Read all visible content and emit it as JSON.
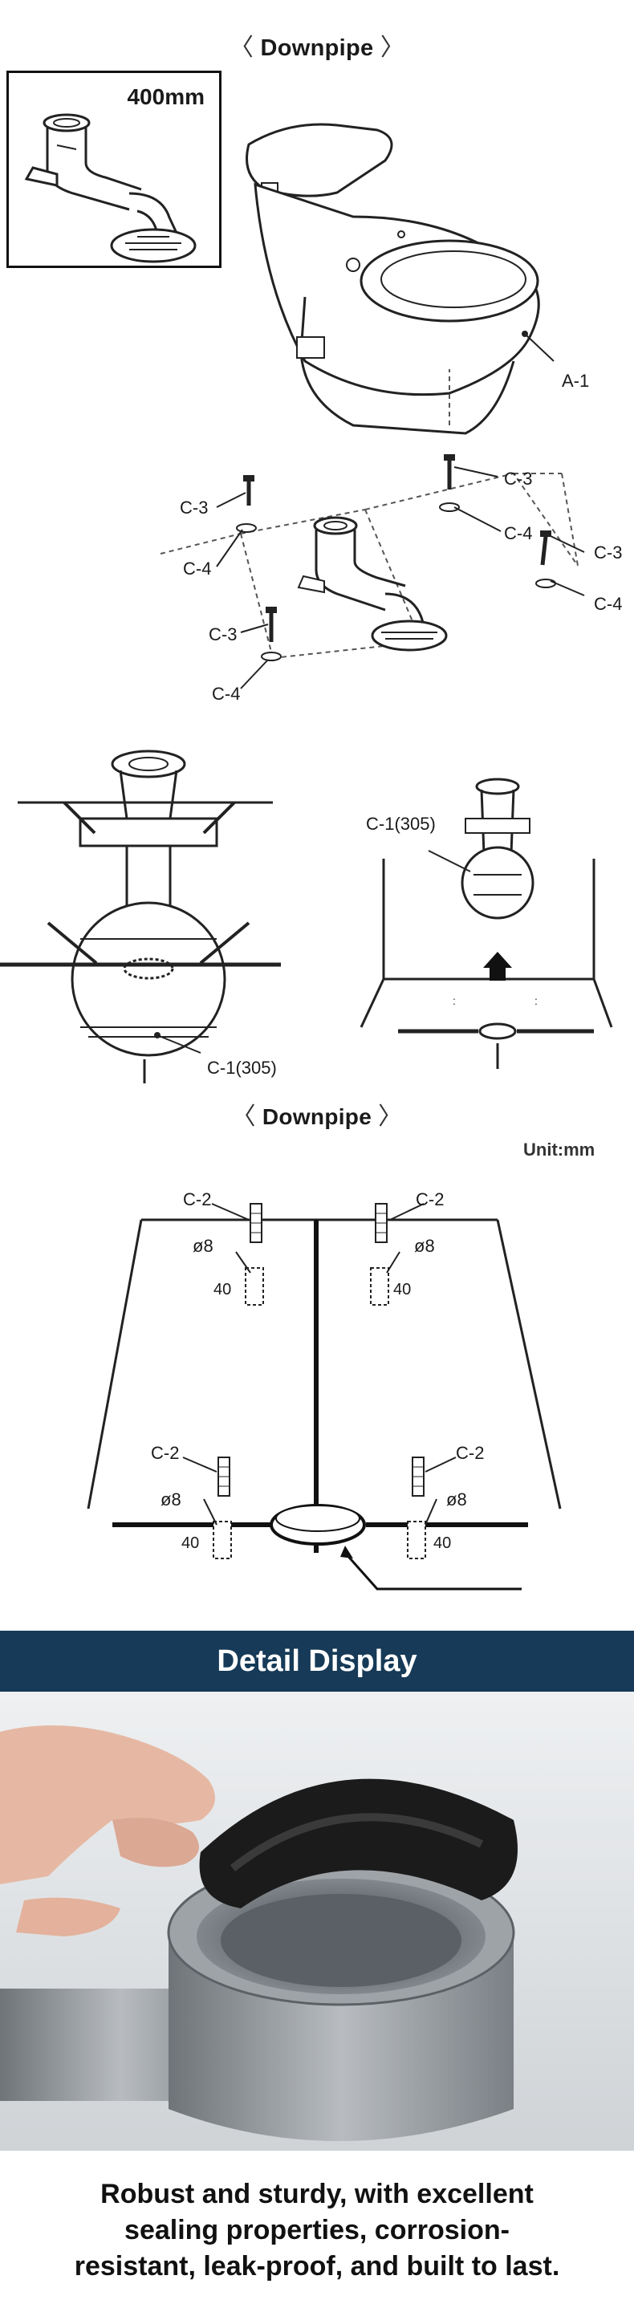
{
  "section1": {
    "title_left_chevron": "〈",
    "title": "Downpipe",
    "title_right_chevron": "〉",
    "inset_label": "400mm"
  },
  "parts": {
    "a1": "A-1",
    "c3_a": "C-3",
    "c3_b": "C-3",
    "c3_c": "C-3",
    "c3_d": "C-3",
    "c4_a": "C-4",
    "c4_b": "C-4",
    "c4_c": "C-4",
    "c4_d": "C-4"
  },
  "section2": {
    "c1_left": "C-1(305)",
    "c1_right": "C-1(305)"
  },
  "section3": {
    "title_left_chevron": "〈",
    "title": "Downpipe",
    "title_right_chevron": "〉",
    "unit": "Unit:mm",
    "anchors": [
      {
        "part": "C-2",
        "dia": "ø8",
        "depth": "40"
      },
      {
        "part": "C-2",
        "dia": "ø8",
        "depth": "40"
      },
      {
        "part": "C-2",
        "dia": "ø8",
        "depth": "40"
      },
      {
        "part": "C-2",
        "dia": "ø8",
        "depth": "40"
      }
    ]
  },
  "detail": {
    "band_title": "Detail Display",
    "caption_line1": "Robust and sturdy, with excellent",
    "caption_line2": "sealing properties, corrosion-",
    "caption_line3": "resistant, leak-proof, and built to last."
  },
  "colors": {
    "band_bg": "#163a57",
    "pipe_gray": "#9aa0a6",
    "seal_black": "#1b1b1b"
  }
}
